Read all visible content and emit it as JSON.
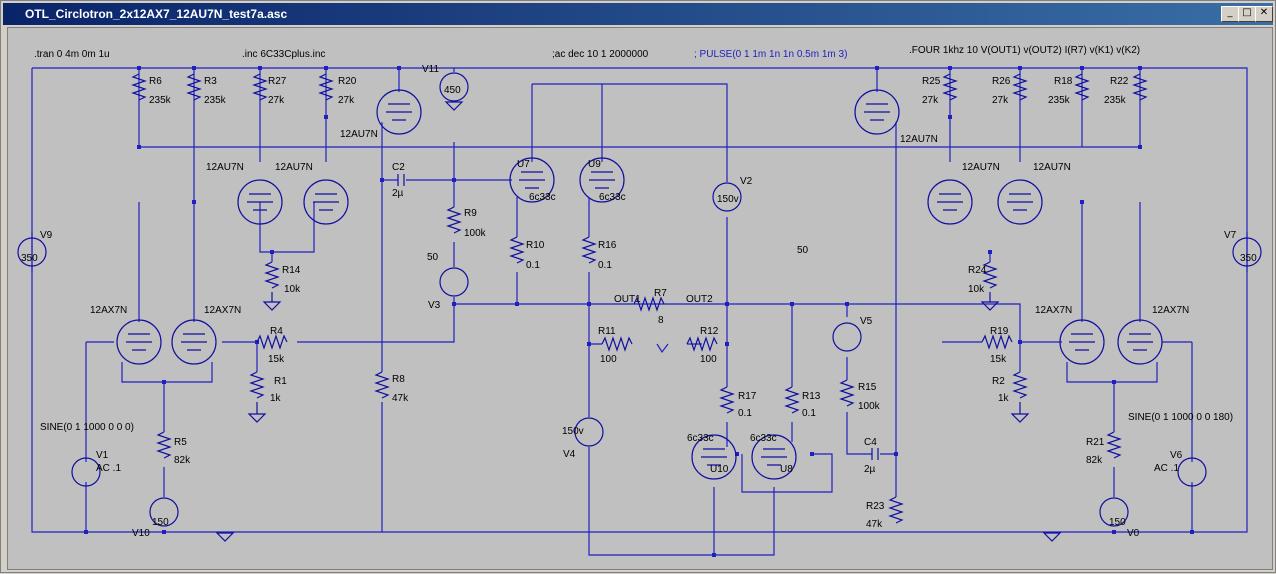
{
  "window": {
    "title": "OTL_Circlotron_2x12AX7_12AU7N_test7a.asc",
    "buttons": {
      "minimize": "_",
      "maximize": "□",
      "close": "✕"
    }
  },
  "directives": {
    "tran": ".tran 0 4m 0m 1u",
    "inc": ".inc 6C33Cplus.inc",
    "ac": ";ac dec 10 1 2000000",
    "pulse": "; PULSE(0 1 1m 1n 1n 0.5m 1m 3)",
    "four": ".FOUR 1khz 10  V(OUT1) v(OUT2)   I(R7) v(K1) v(K2)"
  },
  "labels": {
    "R6": "R6",
    "R6v": "235k",
    "R3": "R3",
    "R3v": "235k",
    "R27": "R27",
    "R27v": "27k",
    "R20": "R20",
    "R20v": "27k",
    "V11": "V11",
    "V11v": "450",
    "T_top_left": "12AU7N",
    "T_left1": "12AU7N",
    "T_left2": "12AU7N",
    "C2": "C2",
    "C2v": "2µ",
    "U7": "U7",
    "U7m": "6c33c",
    "U9": "U9",
    "U9m": "6c33c",
    "V2": "V2",
    "V2v": "150v",
    "R25": "R25",
    "R25v": "27k",
    "R26": "R26",
    "R26v": "27k",
    "R18": "R18",
    "R18v": "235k",
    "R22": "R22",
    "R22v": "235k",
    "T_top_right": "12AU7N",
    "T_right1": "12AU7N",
    "T_right2": "12AU7N",
    "V9": "V9",
    "V9v": "350",
    "V7": "V7",
    "V7v": "350",
    "R9": "R9",
    "R9v": "100k",
    "R10": "R10",
    "R10v": "0.1",
    "R16": "R16",
    "R16v": "0.1",
    "fifty_left": "50",
    "fifty_mid": "50",
    "R14": "R14",
    "R14v": "10k",
    "R24": "R24",
    "R24v": "10k",
    "V3": "V3",
    "OUT1": "OUT1",
    "R7": "R7",
    "R7v": "8",
    "OUT2": "OUT2",
    "T_ax_l1": "12AX7N",
    "T_ax_l2": "12AX7N",
    "T_ax_r1": "12AX7N",
    "T_ax_r2": "12AX7N",
    "R4": "R4",
    "R4v": "15k",
    "R19": "R19",
    "R19v": "15k",
    "R11": "R11",
    "R11v": "100",
    "R12": "R12",
    "R12v": "100",
    "V5": "V5",
    "R1": "R1",
    "R1v": "1k",
    "R2": "R2",
    "R2v": "1k",
    "R8": "R8",
    "R8v": "47k",
    "R17": "R17",
    "R17v": "0.1",
    "R13": "R13",
    "R13v": "0.1",
    "R15": "R15",
    "R15v": "100k",
    "sine_left": "SINE(0 1 1000 0 0 0)",
    "sine_right": "SINE(0 1 1000 0 0 180)",
    "V1": "V1",
    "V1ac": "AC .1",
    "V6": "V6",
    "V6ac": "AC .1",
    "R5": "R5",
    "R5v": "82k",
    "R21": "R21",
    "R21v": "82k",
    "V4": "V4",
    "V4v": "150v",
    "U10m": "6c33c",
    "U10": "U10",
    "U8m": "6c33c",
    "U8": "U8",
    "C4": "C4",
    "C4v": "2µ",
    "R23": "R23",
    "R23v": "47k",
    "src150l": "150",
    "src150r": "150",
    "V10": "V10",
    "V0": "V0"
  },
  "colors": {
    "wire": "#2020c0",
    "canvas": "#c0c0c0",
    "directive": "#1f1fc0"
  }
}
